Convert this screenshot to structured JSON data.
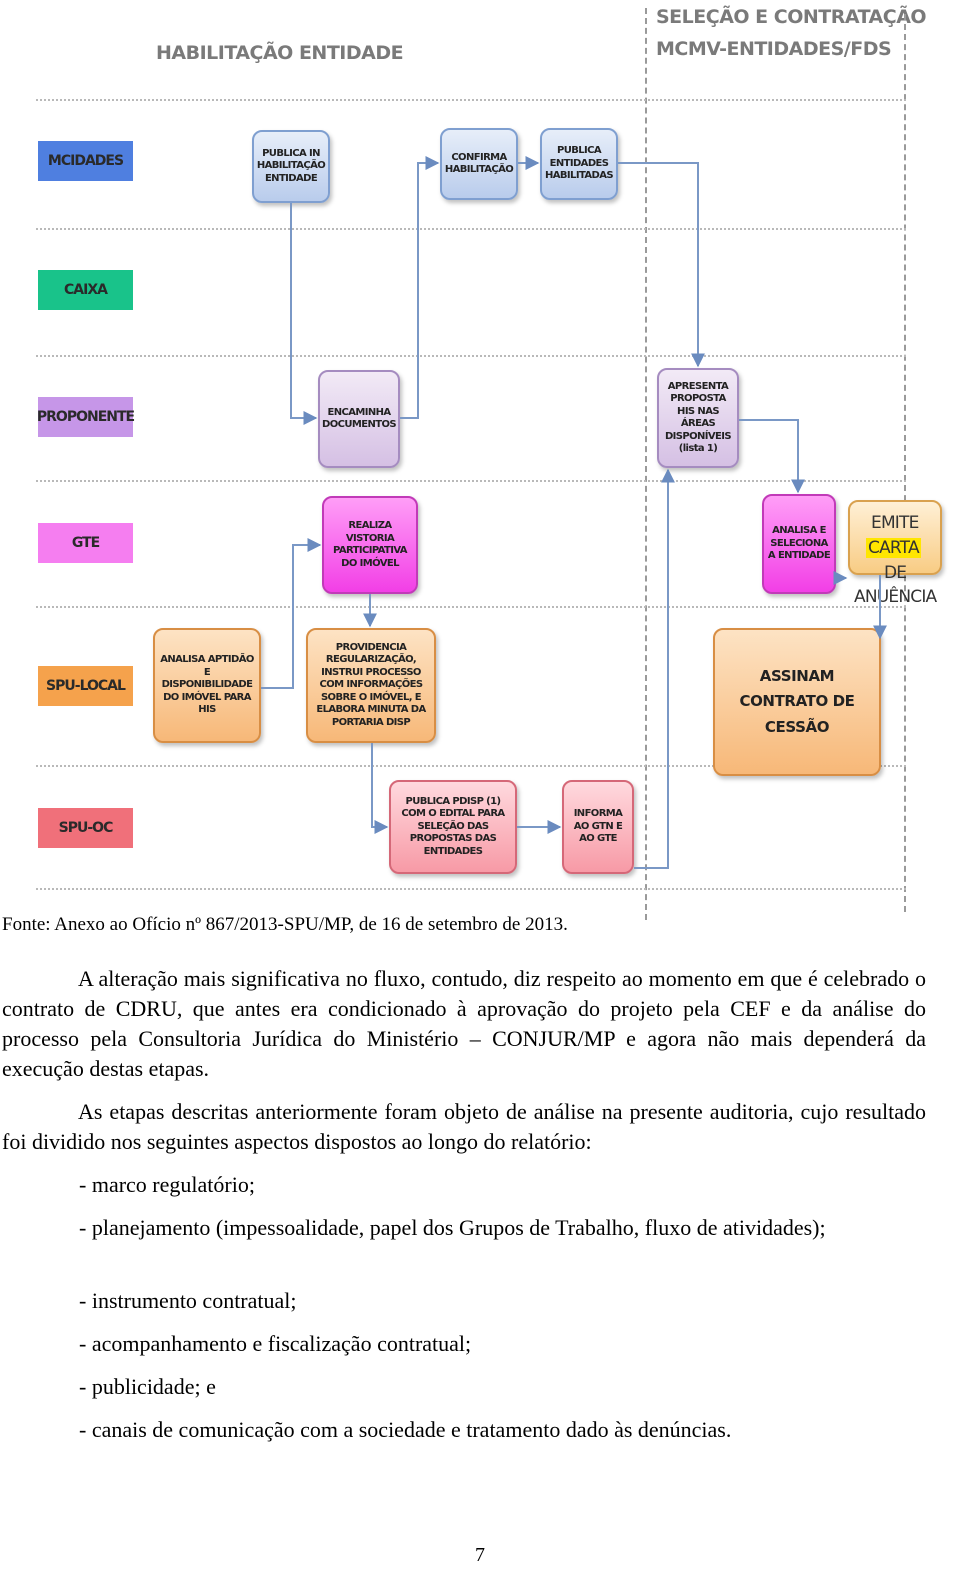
{
  "diagram": {
    "phase_left_title": "HABILITAÇÃO ENTIDADE",
    "phase_right_title_1": "SELEÇÃO E CONTRATAÇÃO",
    "phase_right_title_2": "MCMV-ENTIDADES/FDS",
    "lanes": {
      "mcidades": "MCIDADES",
      "caixa": "CAIXA",
      "proponente": "PROPONENTE",
      "gte": "GTE",
      "spu_local": "SPU-LOCAL",
      "spu_oc": "SPU-OC"
    },
    "lane_colors": {
      "mcidades": "#4f7fe0",
      "caixa": "#19c38a",
      "proponente": "#c696e8",
      "gte": "#f57ef0",
      "spu_local": "#f5a24c",
      "spu_oc": "#f0707a"
    },
    "boxes": {
      "publica_habilitacao": "PUBLICA IN HABILITAÇÃO ENTIDADE",
      "confirma_habilitacao": "CONFIRMA HABILITAÇÃO",
      "publica_entidades": "PUBLICA ENTIDADES HABILITADAS",
      "encaminha_documentos": "ENCAMINHA DOCUMENTOS",
      "apresenta_proposta": "APRESENTA PROPOSTA HIS NAS ÁREAS DISPONÍVEIS (lista 1)",
      "realiza_vistoria": "REALIZA VISTORIA PARTICIPATIVA DO IMÓVEL",
      "analisa_seleciona": "ANALISA E SELECIONA A ENTIDADE",
      "emite_line1": "EMITE",
      "emite_line2": "CARTA",
      "emite_line3": "DE",
      "emite_line4": "ANUÊNCIA",
      "analisa_aptidao": "ANALISA APTIDÃO E DISPONIBILIDADE DO IMÓVEL PARA HIS",
      "providencia": "PROVIDENCIA REGULARIZAÇÃO, INSTRUI PROCESSO COM INFORMAÇÕES SOBRE O IMÓVEL, E ELABORA MINUTA DA PORTARIA DISP",
      "assinam_contrato": "ASSINAM CONTRATO DE CESSÃO",
      "publica_pdisp": "PUBLICA PDISP (1) COM O EDITAL PARA SELEÇÃO DAS PROPOSTAS DAS ENTIDADES",
      "informa_gtn": "INFORMA AO GTN E AO GTE"
    }
  },
  "caption": "Fonte: Anexo ao Ofício nº 867/2013-SPU/MP, de 16 de setembro de 2013.",
  "paragraphs": {
    "p1": "A alteração mais significativa no fluxo, contudo, diz respeito ao momento em que é celebrado o contrato de CDRU, que antes era condicionado à aprovação do projeto pela CEF e da análise do processo pela Consultoria Jurídica do Ministério – CONJUR/MP e agora não mais dependerá da execução destas etapas.",
    "p2": "As etapas descritas anteriormente foram objeto de análise na presente auditoria, cujo resultado foi dividido nos seguintes aspectos dispostos ao longo do relatório:"
  },
  "list": [
    "- marco regulatório;",
    "- planejamento (impessoalidade, papel dos Grupos de Trabalho, fluxo de atividades);",
    "- instrumento contratual;",
    "- acompanhamento e fiscalização contratual;",
    "- publicidade; e",
    "- canais de comunicação com a sociedade e tratamento dado às denúncias."
  ],
  "page_number": "7"
}
